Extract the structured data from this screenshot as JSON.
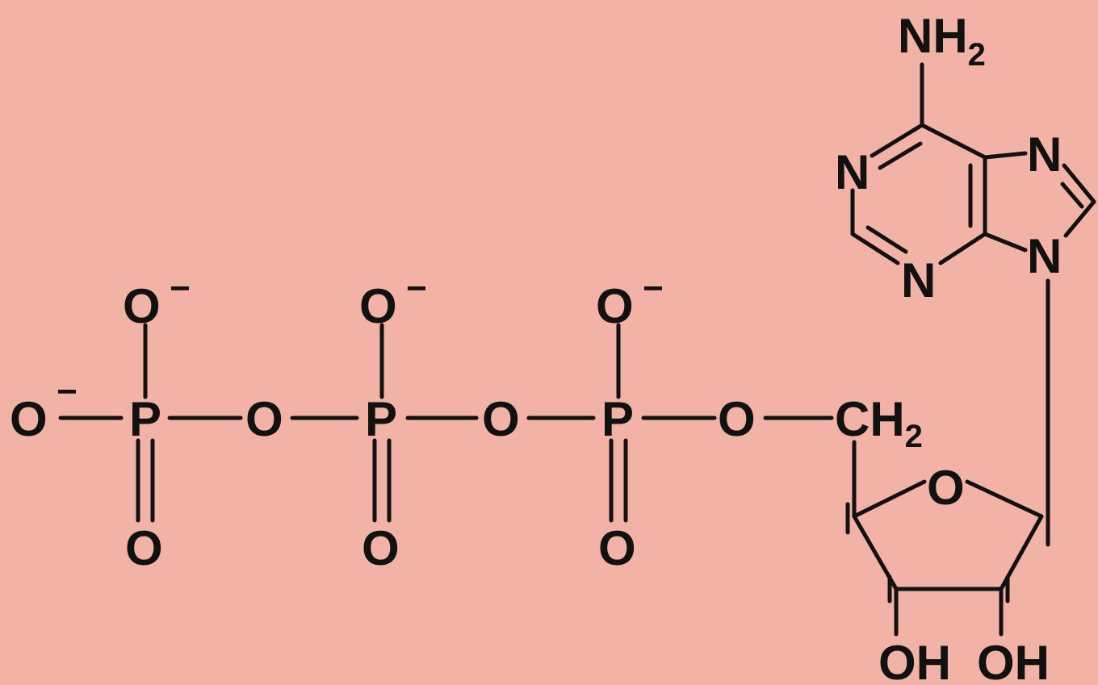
{
  "colors": {
    "background": "#f3b2a6",
    "ink": "#111111"
  },
  "atoms": {
    "terminal_oxygen": "O",
    "oxygen": "O",
    "phosphorus": "P",
    "methylene_base": "CH",
    "methylene_subscript": "2",
    "ring_oxygen": "O",
    "hydroxyl": "OH",
    "amine_base": "NH",
    "amine_subscript": "2",
    "nitrogen": "N"
  },
  "charges": {
    "negative": "−"
  }
}
